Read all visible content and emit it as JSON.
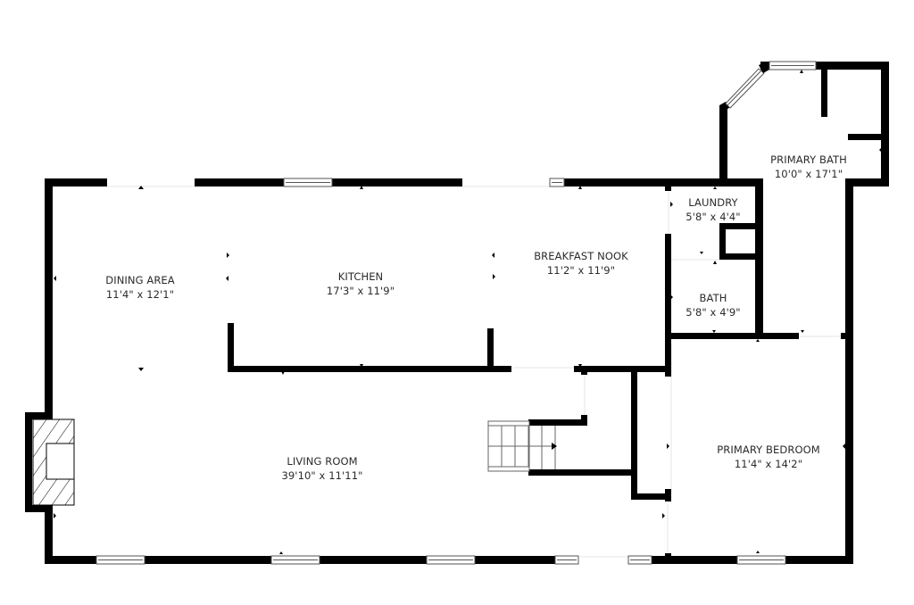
{
  "plan": {
    "type": "floor-plan",
    "background": "#ffffff",
    "wall_color": "#000000",
    "rooms": [
      {
        "id": "dining-area",
        "name": "DINING AREA",
        "dimensions": "11'4\" x 12'1\""
      },
      {
        "id": "kitchen",
        "name": "KITCHEN",
        "dimensions": "17'3\" x 11'9\""
      },
      {
        "id": "breakfast-nook",
        "name": "BREAKFAST NOOK",
        "dimensions": "11'2\" x 11'9\""
      },
      {
        "id": "laundry",
        "name": "LAUNDRY",
        "dimensions": "5'8\" x 4'4\""
      },
      {
        "id": "bath",
        "name": "BATH",
        "dimensions": "5'8\" x 4'9\""
      },
      {
        "id": "primary-bath",
        "name": "PRIMARY BATH",
        "dimensions": "10'0\" x 17'1\""
      },
      {
        "id": "living-room",
        "name": "LIVING ROOM",
        "dimensions": "39'10\" x 11'11\""
      },
      {
        "id": "primary-bedroom",
        "name": "PRIMARY BEDROOM",
        "dimensions": "11'4\" x 14'2\""
      }
    ],
    "features": [
      "fireplace",
      "staircase"
    ]
  }
}
